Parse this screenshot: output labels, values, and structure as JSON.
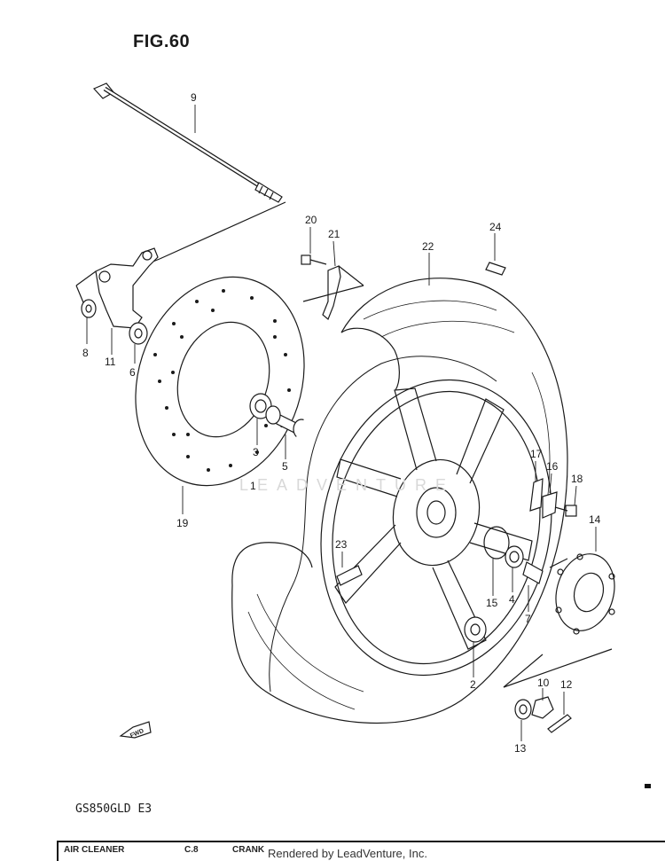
{
  "figure": {
    "title": "FIG.60"
  },
  "model": "GS850GLD E3",
  "fwd_label": "FWD",
  "watermark": "LEADVENTURE",
  "footer": {
    "items": [
      "AIR CLEANER",
      "C.8",
      "CRANK"
    ],
    "credit": "Rendered by LeadVenture, Inc."
  },
  "callouts": [
    "9",
    "20",
    "21",
    "24",
    "22",
    "8",
    "11",
    "6",
    "3",
    "5",
    "1",
    "19",
    "17",
    "16",
    "18",
    "14",
    "23",
    "15",
    "4",
    "7",
    "2",
    "10",
    "12",
    "13"
  ],
  "line_color": "#1a1a1a"
}
